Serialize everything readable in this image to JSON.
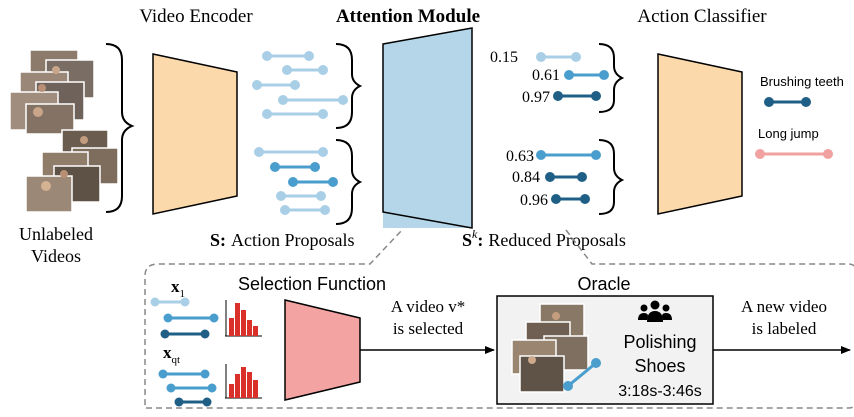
{
  "top": {
    "video_encoder": "Video Encoder",
    "attention_module": "Attention Module",
    "action_classifier": "Action Classifier"
  },
  "left": {
    "unlabeled_line1": "Unlabeled",
    "unlabeled_line2": "Videos"
  },
  "proposals": {
    "s_symbol": "S:",
    "s_label": "Action Proposals",
    "sk_symbol": "S",
    "sk_sup": "k",
    "sk_colon": ":",
    "sk_label": "Reduced Proposals"
  },
  "scores": {
    "group1": [
      "0.15",
      "0.61",
      "0.97"
    ],
    "group2": [
      "0.63",
      "0.84",
      "0.96"
    ]
  },
  "classes": {
    "brushing": "Brushing teeth",
    "long_jump": "Long jump"
  },
  "selection": {
    "title": "Selection Function",
    "x1": "x",
    "x1_sub": "1",
    "xqt": "x",
    "xqt_sub": "qt"
  },
  "selected": {
    "line1": "A video v*",
    "line2": "is selected"
  },
  "oracle": {
    "title": "Oracle",
    "label_line1": "Polishing",
    "label_line2": "Shoes",
    "time": "3:18s-3:46s",
    "icon": "people-group-icon"
  },
  "labeled": {
    "line1": "A new video",
    "line2": "is labeled"
  },
  "colors": {
    "light_blue": "#a9cfe6",
    "mid_blue": "#4a9ecd",
    "dark_blue": "#1f5f86",
    "encoder_fill": "#fcd9aa",
    "attention_fill": "#b5d6e9",
    "selection_fill": "#f4a3a3",
    "long_jump": "#f2a1a1",
    "bar_red": "#d9302a",
    "oracle_bg": "#f2f2f2"
  }
}
